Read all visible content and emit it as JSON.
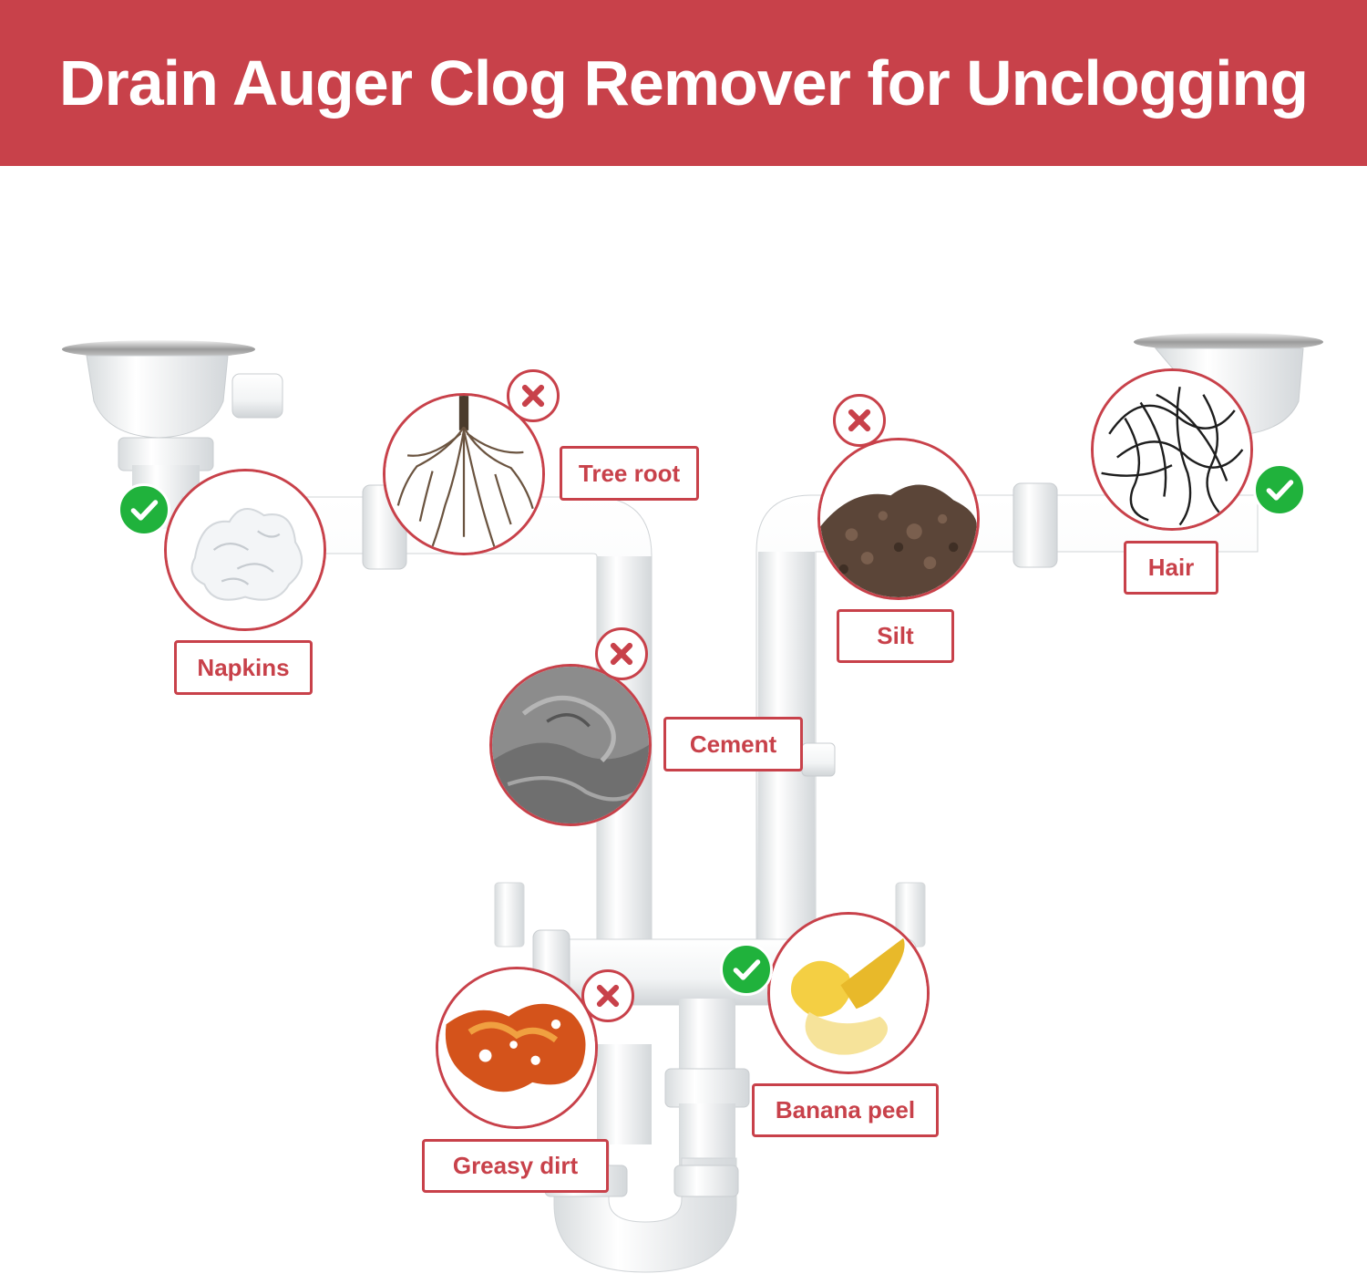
{
  "title": "Drain Auger Clog Remover for Unclogging",
  "colors": {
    "banner": "#c8414a",
    "accent": "#c8414a",
    "check": "#20b23c",
    "pipe": "#eef0f1"
  },
  "items": [
    {
      "label": "Napkins",
      "status": "check",
      "icon": "napkin-image"
    },
    {
      "label": "Tree root",
      "status": "cross",
      "icon": "tree-root-image"
    },
    {
      "label": "Cement",
      "status": "cross",
      "icon": "cement-image"
    },
    {
      "label": "Silt",
      "status": "cross",
      "icon": "silt-image"
    },
    {
      "label": "Hair",
      "status": "check",
      "icon": "hair-image"
    },
    {
      "label": "Greasy dirt",
      "status": "cross",
      "icon": "greasy-dirt-image"
    },
    {
      "label": "Banana peel",
      "status": "check",
      "icon": "banana-peel-image"
    }
  ]
}
